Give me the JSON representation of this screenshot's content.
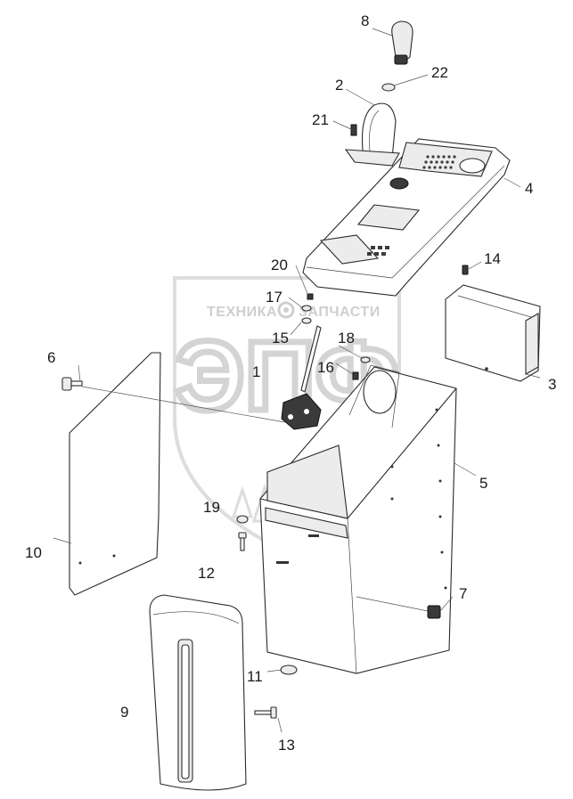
{
  "watermark": {
    "left_word": "ТЕХНИКА",
    "right_word": "ЗАПЧАСТИ",
    "logo_letters": "ЭПФ"
  },
  "callouts": [
    {
      "id": "1",
      "label": "1"
    },
    {
      "id": "2",
      "label": "2"
    },
    {
      "id": "3",
      "label": "3"
    },
    {
      "id": "4",
      "label": "4"
    },
    {
      "id": "5",
      "label": "5"
    },
    {
      "id": "6",
      "label": "6"
    },
    {
      "id": "7",
      "label": "7"
    },
    {
      "id": "8",
      "label": "8"
    },
    {
      "id": "9",
      "label": "9"
    },
    {
      "id": "10",
      "label": "10"
    },
    {
      "id": "11",
      "label": "11"
    },
    {
      "id": "12",
      "label": "12"
    },
    {
      "id": "13",
      "label": "13"
    },
    {
      "id": "14",
      "label": "14"
    },
    {
      "id": "15",
      "label": "15"
    },
    {
      "id": "16",
      "label": "16"
    },
    {
      "id": "17",
      "label": "17"
    },
    {
      "id": "18",
      "label": "18"
    },
    {
      "id": "19",
      "label": "19"
    },
    {
      "id": "20",
      "label": "20"
    },
    {
      "id": "21",
      "label": "21"
    },
    {
      "id": "22",
      "label": "22"
    }
  ],
  "colors": {
    "line": "#2a2a2a",
    "watermark": "#cfcfcf"
  }
}
